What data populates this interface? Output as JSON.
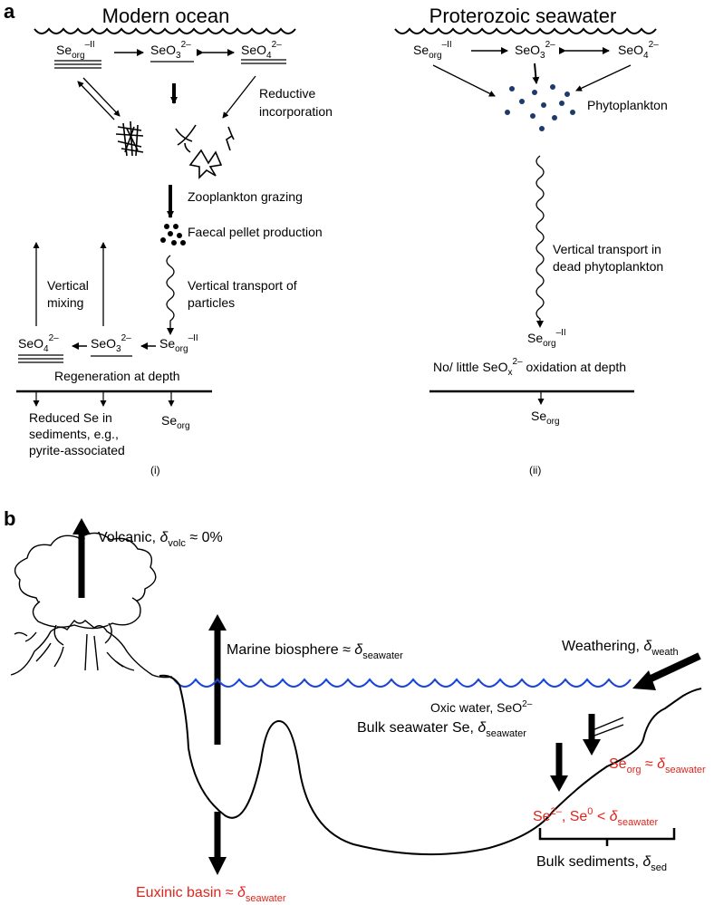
{
  "panel_a": {
    "label": "a",
    "modern": {
      "title": "Modern ocean",
      "species_top": {
        "se_org": "Se",
        "se_org_sub": "org",
        "se_org_sup": "–II",
        "seo3": "SeO",
        "seo3_sub": "3",
        "seo3_sup": "2–",
        "seo4": "SeO",
        "seo4_sub": "4",
        "seo4_sup": "2–"
      },
      "reductive_1": "Reductive",
      "reductive_2": "incorporation",
      "zooplankton": "Zooplankton grazing",
      "faecal": "Faecal pellet production",
      "vertical_mixing_1": "Vertical",
      "vertical_mixing_2": "mixing",
      "vertical_transport_1": "Vertical transport of",
      "vertical_transport_2": "particles",
      "species_bottom": {
        "seo4": "SeO",
        "seo4_sub": "4",
        "seo4_sup": "2–",
        "seo3": "SeO",
        "seo3_sub": "3",
        "seo3_sup": "2–",
        "se_org": "Se",
        "se_org_sub": "org",
        "se_org_sup": "–II"
      },
      "regeneration": "Regeneration at depth",
      "reduced_1": "Reduced Se in",
      "reduced_2": "sediments, e.g.,",
      "reduced_3": "pyrite-associated",
      "se_org_sed": "Se",
      "se_org_sed_sub": "org",
      "roman": "(i)"
    },
    "proterozoic": {
      "title": "Proterozoic seawater",
      "species_top": {
        "se_org": "Se",
        "se_org_sub": "org",
        "se_org_sup": "–II",
        "seo3": "SeO",
        "seo3_sub": "3",
        "seo3_sup": "2–",
        "seo4": "SeO",
        "seo4_sub": "4",
        "seo4_sup": "2–"
      },
      "phytoplankton": "Phytoplankton",
      "vt_1": "Vertical transport in",
      "vt_2": "dead phytoplankton",
      "se_org_depth": "Se",
      "se_org_depth_sub": "org",
      "se_org_depth_sup": "–II",
      "oxidation_pre": "No/ little SeO",
      "oxidation_sub": "x",
      "oxidation_sup": "2–",
      "oxidation_post": " oxidation at depth",
      "se_org_sed": "Se",
      "se_org_sed_sub": "org",
      "roman": "(ii)"
    }
  },
  "panel_b": {
    "label": "b",
    "volcanic_pre": "Volcanic, ",
    "volcanic_delta": "δ",
    "volcanic_sub": "volc",
    "volcanic_post": " ≈ 0%",
    "marine_pre": "Marine biosphere ≈ ",
    "marine_delta": "δ",
    "marine_sub": "seawater",
    "weathering_pre": "Weathering, ",
    "weathering_delta": "δ",
    "weathering_sub": "weath",
    "oxic_pre": "Oxic water, SeO",
    "oxic_sup": "2–",
    "bulk_pre": "Bulk seawater Se, ",
    "bulk_delta": "δ",
    "bulk_sub": "seawater",
    "se_org_pre": "Se",
    "se_org_sub": "org",
    "se_org_post": " ≈ ",
    "se_org_delta": "δ",
    "se_org_dsub": "seawater",
    "se2_pre": "Se",
    "se2_sup": "2–",
    "se2_mid": ", Se",
    "se2_sup2": "0",
    "se2_post": " < ",
    "se2_delta": "δ",
    "se2_sub": "seawater",
    "bulk_sed_pre": "Bulk sediments, ",
    "bulk_sed_delta": "δ",
    "bulk_sed_sub": "sed",
    "euxinic_pre": "Euxinic basin ≈ ",
    "euxinic_delta": "δ",
    "euxinic_sub": "seawater",
    "colors": {
      "red": "#e0241b",
      "water": "#1a46d6"
    }
  }
}
